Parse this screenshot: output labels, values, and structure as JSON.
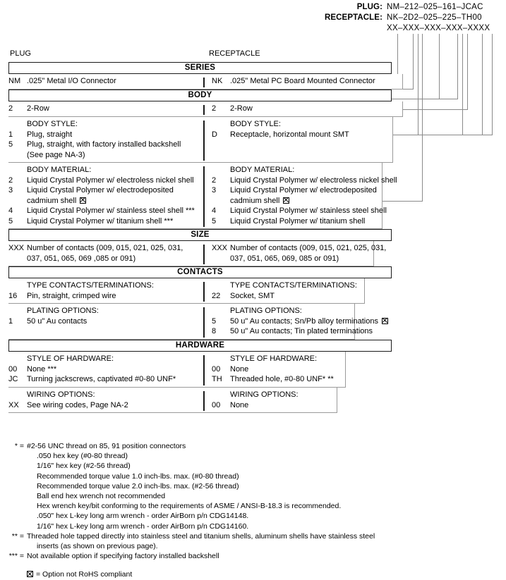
{
  "part_numbers": {
    "plug_label": "PLUG:",
    "plug_value": "NM–212–025–161–JCAC",
    "receptacle_label": "RECEPTACLE:",
    "receptacle_value": "NK–2D2–025–225–TH00",
    "mask_value": "XX–XXX–XXX–XXX–XXXX"
  },
  "columns": {
    "left": "PLUG",
    "right": "RECEPTACLE"
  },
  "symbols": {
    "rohs_box": "☒"
  },
  "sections": [
    {
      "title": "SERIES",
      "blocks": [
        {
          "left": {
            "title": null,
            "options": [
              {
                "code": "NM",
                "text": ".025\" Metal I/O Connector"
              }
            ]
          },
          "right": {
            "title": null,
            "options": [
              {
                "code": "NK",
                "text": ".025\" Metal PC Board Mounted Connector"
              }
            ]
          }
        }
      ]
    },
    {
      "title": "BODY",
      "blocks": [
        {
          "left": {
            "title": null,
            "options": [
              {
                "code": "2",
                "text": "2-Row"
              }
            ]
          },
          "right": {
            "title": null,
            "options": [
              {
                "code": "2",
                "text": "2-Row"
              }
            ]
          }
        },
        {
          "left": {
            "title": "BODY STYLE:",
            "options": [
              {
                "code": "1",
                "text": "Plug, straight"
              },
              {
                "code": "5",
                "text": "Plug, straight, with factory installed backshell",
                "cont": "(See page NA-3)"
              }
            ]
          },
          "right": {
            "title": "BODY STYLE:",
            "options": [
              {
                "code": "D",
                "text": "Receptacle, horizontal mount SMT"
              }
            ]
          }
        },
        {
          "left": {
            "title": "BODY MATERIAL:",
            "options": [
              {
                "code": "2",
                "text": "Liquid Crystal Polymer w/ electroless nickel shell"
              },
              {
                "code": "3",
                "text": "Liquid Crystal Polymer w/ electrodeposited",
                "cont": "cadmium shell",
                "cont_rohs": true
              },
              {
                "code": "4",
                "text": "Liquid Crystal Polymer w/ stainless steel shell ***"
              },
              {
                "code": "5",
                "text": "Liquid Crystal Polymer w/ titanium shell ***"
              }
            ]
          },
          "right": {
            "title": "BODY MATERIAL:",
            "options": [
              {
                "code": "2",
                "text": "Liquid Crystal Polymer w/ electroless nickel shell"
              },
              {
                "code": "3",
                "text": "Liquid Crystal Polymer w/ electrodeposited",
                "cont": "cadmium shell",
                "cont_rohs": true
              },
              {
                "code": "4",
                "text": "Liquid Crystal Polymer w/ stainless steel shell"
              },
              {
                "code": "5",
                "text": "Liquid Crystal Polymer w/ titanium shell"
              }
            ]
          }
        }
      ]
    },
    {
      "title": "SIZE",
      "blocks": [
        {
          "left": {
            "title": null,
            "options": [
              {
                "code": "XXX",
                "text": "Number of contacts (009, 015, 021, 025, 031,",
                "cont": "037, 051, 065, 069 ,085 or 091)"
              }
            ]
          },
          "right": {
            "title": null,
            "options": [
              {
                "code": "XXX",
                "text": "Number of contacts (009, 015, 021, 025, 031,",
                "cont": "037, 051, 065, 069, 085 or 091)"
              }
            ]
          }
        }
      ]
    },
    {
      "title": "CONTACTS",
      "blocks": [
        {
          "left": {
            "title": "TYPE CONTACTS/TERMINATIONS:",
            "options": [
              {
                "code": "16",
                "text": "Pin, straight, crimped wire"
              }
            ]
          },
          "right": {
            "title": "TYPE CONTACTS/TERMINATIONS:",
            "options": [
              {
                "code": "22",
                "text": "Socket, SMT"
              }
            ]
          }
        },
        {
          "left": {
            "title": "PLATING OPTIONS:",
            "options": [
              {
                "code": "1",
                "text": "50 u\" Au contacts"
              }
            ]
          },
          "right": {
            "title": "PLATING OPTIONS:",
            "options": [
              {
                "code": "5",
                "text": "50 u\" Au contacts; Sn/Pb alloy terminations",
                "rohs": true
              },
              {
                "code": "8",
                "text": "50 u\" Au contacts; Tin plated terminations"
              }
            ]
          }
        }
      ]
    },
    {
      "title": "HARDWARE",
      "blocks": [
        {
          "left": {
            "title": "STYLE OF HARDWARE:",
            "options": [
              {
                "code": "00",
                "text": "None  ***"
              },
              {
                "code": "JC",
                "text": "Turning jackscrews, captivated #0-80 UNF*"
              }
            ]
          },
          "right": {
            "title": "STYLE OF HARDWARE:",
            "options": [
              {
                "code": "00",
                "text": "None"
              },
              {
                "code": "TH",
                "text": "Threaded hole, #0-80 UNF*  **"
              }
            ]
          }
        },
        {
          "left": {
            "title": "WIRING OPTIONS:",
            "options": [
              {
                "code": "XX",
                "text": "See wiring codes, Page NA-2"
              }
            ]
          },
          "right": {
            "title": "WIRING OPTIONS:",
            "options": [
              {
                "code": "00",
                "text": "None"
              }
            ]
          }
        }
      ]
    }
  ],
  "footnotes": [
    {
      "marker": "* =",
      "text": "#2-56 UNC thread on 85, 91 position connectors",
      "sub": [
        ".050 hex key (#0-80 thread)",
        "1/16\" hex key (#2-56 thread)",
        "Recommended torque value 1.0 inch-lbs. max. (#0-80 thread)",
        "Recommended torque value 2.0 inch-lbs. max. (#2-56 thread)",
        "Ball end hex wrench not recommended",
        "Hex wrench key/bit conforming to the requirements of ASME / ANSI-B-18.3 is recommended.",
        ".050\" hex L-key long arm wrench - order AirBorn p/n CDG14148.",
        "1/16\" hex L-key long arm wrench - order AirBorn p/n CDG14160."
      ]
    },
    {
      "marker": "** =",
      "text": "Threaded hole tapped directly into stainless steel and titanium shells, aluminum shells have stainless steel",
      "sub": [
        "inserts (as shown on previous page)."
      ]
    },
    {
      "marker": "*** =",
      "text": "Not available option if specifying factory installed backshell",
      "sub": []
    }
  ],
  "rohs_note": "= Option not RoHS compliant"
}
